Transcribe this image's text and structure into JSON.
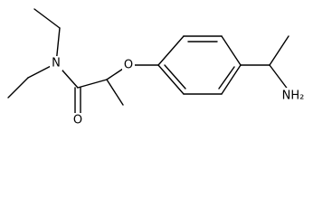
{
  "structure": {
    "atoms": [
      {
        "id": "N1",
        "label": "N"
      },
      {
        "id": "O_ether",
        "label": "O"
      },
      {
        "id": "O_carbonyl",
        "label": "O"
      },
      {
        "id": "NH2",
        "label": "NH₂"
      }
    ],
    "colors": {
      "bond": "#000000",
      "label": "#000000",
      "background": "#ffffff"
    }
  }
}
